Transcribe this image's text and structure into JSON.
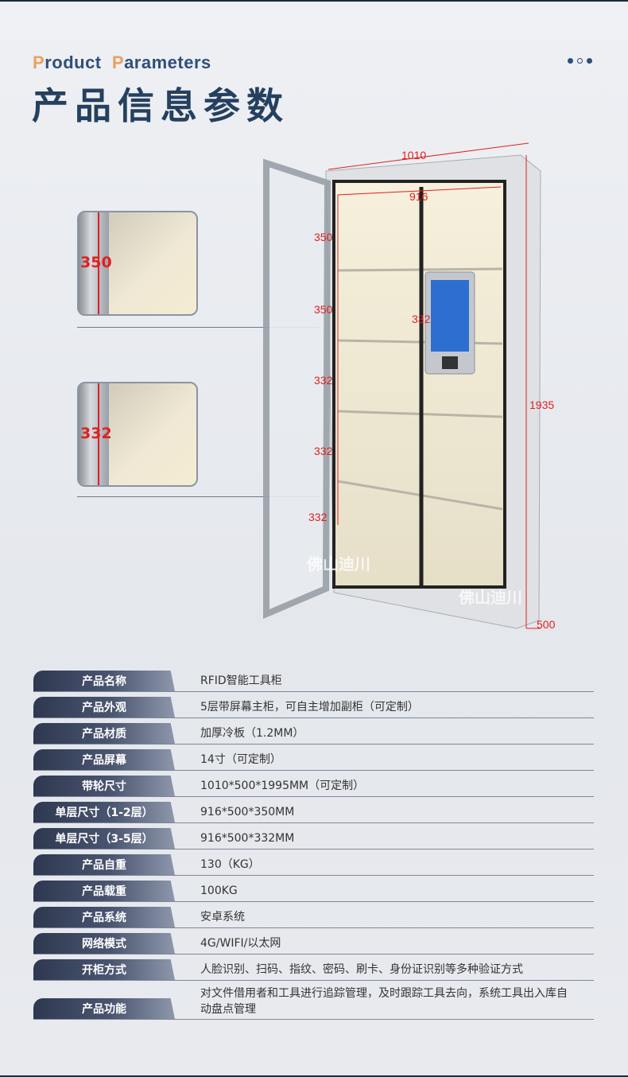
{
  "header": {
    "en_title_p1": "P",
    "en_title_w1": "roduct",
    "en_title_p2": "P",
    "en_title_w2": "arameters",
    "cn_title": "产品信息参数"
  },
  "dimensions": {
    "width": "1010",
    "inner_width": "916",
    "height": "1935",
    "depth": "500",
    "shelf_heights": [
      "350",
      "350",
      "332",
      "332",
      "332"
    ],
    "screen_gap": "332",
    "detail_top": "350",
    "detail_bottom": "332"
  },
  "watermark": "佛山迪川",
  "specs": [
    {
      "label": "产品名称",
      "value": "RFID智能工具柜"
    },
    {
      "label": "产品外观",
      "value": "5层带屏幕主柜，可自主增加副柜（可定制）"
    },
    {
      "label": "产品材质",
      "value": "加厚冷板（1.2MM）"
    },
    {
      "label": "产品屏幕",
      "value": "14寸（可定制）"
    },
    {
      "label": "带轮尺寸",
      "value": "1010*500*1995MM（可定制）"
    },
    {
      "label": "单层尺寸（1-2层）",
      "value": "916*500*350MM"
    },
    {
      "label": "单层尺寸（3-5层）",
      "value": "916*500*332MM"
    },
    {
      "label": "产品自重",
      "value": "130（KG）"
    },
    {
      "label": "产品载重",
      "value": "100KG"
    },
    {
      "label": "产品系统",
      "value": "安卓系统"
    },
    {
      "label": "网络模式",
      "value": "4G/WIFI/以太网"
    },
    {
      "label": "开柜方式",
      "value": "人脸识别、扫码、指纹、密码、刷卡、身份证识别等多种验证方式"
    },
    {
      "label": "产品功能",
      "value": "对文件借用者和工具进行追踪管理，及时跟踪工具去向，系统工具出入库自动盘点管理"
    }
  ]
}
